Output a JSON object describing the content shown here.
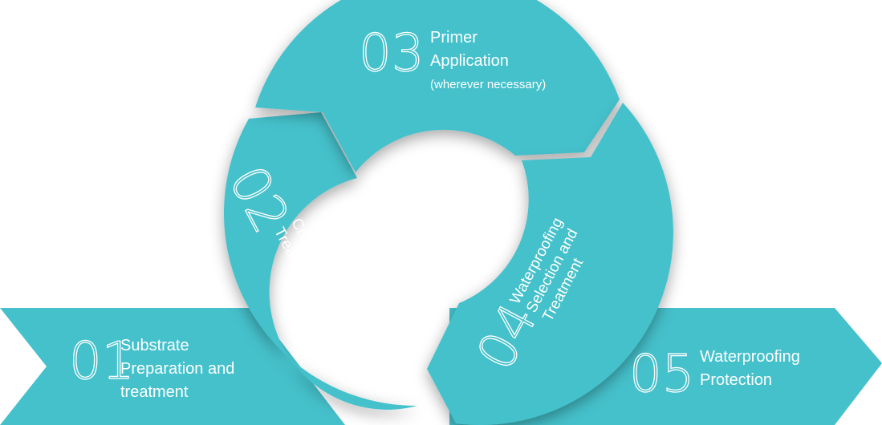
{
  "diagram": {
    "colors": {
      "accent": "#45c1cb",
      "shadow": "#000000",
      "text": "#ffffff"
    },
    "steps": [
      {
        "number": "01",
        "lines": [
          "Substrate",
          "Preparation and",
          "treatment"
        ]
      },
      {
        "number": "02",
        "lines": [
          "Critical area",
          "Treatment"
        ]
      },
      {
        "number": "03",
        "lines": [
          "Primer",
          "Application"
        ],
        "note": "(wherever necessary)"
      },
      {
        "number": "04",
        "lines": [
          "Waterproofing",
          "Selection and",
          "Treatment"
        ]
      },
      {
        "number": "05",
        "lines": [
          "Waterproofing",
          "Protection"
        ]
      }
    ]
  }
}
